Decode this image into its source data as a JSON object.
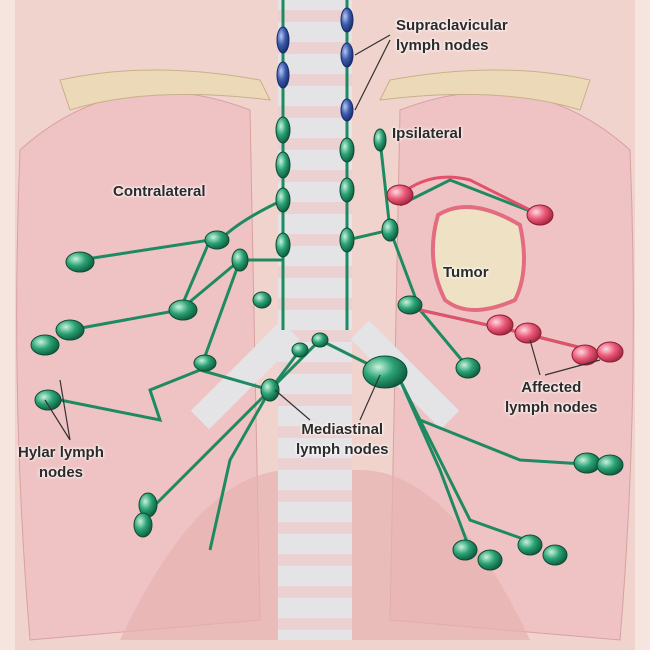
{
  "labels": {
    "supraclavicular": [
      "Supraclavicular",
      "lymph nodes"
    ],
    "ipsilateral": "Ipsilateral",
    "contralateral": "Contralateral",
    "tumor": "Tumor",
    "affected": [
      "Affected",
      "lymph nodes"
    ],
    "mediastinal": [
      "Mediastinal",
      "lymph nodes"
    ],
    "hylar": [
      "Hylar lymph",
      "nodes"
    ]
  },
  "colors": {
    "lymph_green": "#1f8a62",
    "supraclavicular_blue": "#2f4f9a",
    "affected_red": "#e2506c",
    "tumor": "#efe2c4",
    "lung": "#efc3c3",
    "skin": "#f6e4df"
  }
}
